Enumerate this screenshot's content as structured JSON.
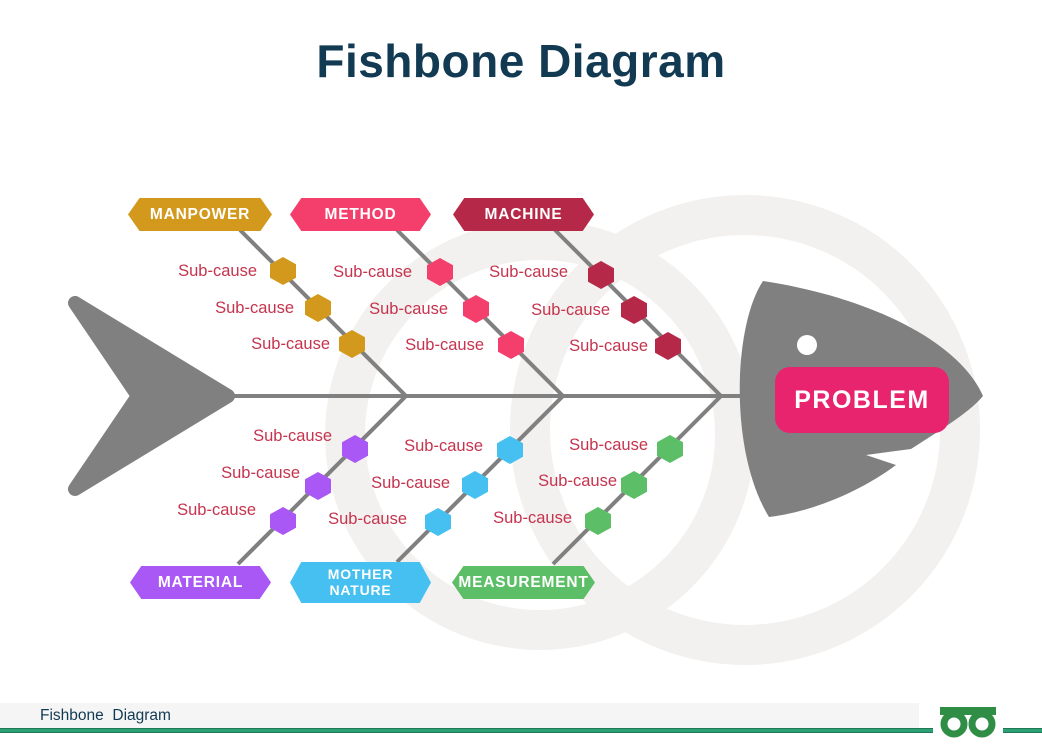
{
  "title": "Fishbone Diagram",
  "problem": {
    "label": "PROBLEM",
    "color": "#E8246F"
  },
  "branches": {
    "top": [
      {
        "label": "MANPOWER",
        "color": "#D2991D",
        "sub_causes": [
          "Sub-cause",
          "Sub-cause",
          "Sub-cause"
        ]
      },
      {
        "label": "METHOD",
        "color": "#F43F6C",
        "sub_causes": [
          "Sub-cause",
          "Sub-cause",
          "Sub-cause"
        ]
      },
      {
        "label": "MACHINE",
        "color": "#B52847",
        "sub_causes": [
          "Sub-cause",
          "Sub-cause",
          "Sub-cause"
        ]
      }
    ],
    "bottom": [
      {
        "label": "MATERIAL",
        "color": "#A958F5",
        "sub_causes": [
          "Sub-cause",
          "Sub-cause",
          "Sub-cause"
        ]
      },
      {
        "label": "MOTHER NATURE",
        "color": "#45C0F0",
        "sub_causes": [
          "Sub-cause",
          "Sub-cause",
          "Sub-cause"
        ]
      },
      {
        "label": "MEASUREMENT",
        "color": "#5CBE66",
        "sub_causes": [
          "Sub-cause",
          "Sub-cause",
          "Sub-cause"
        ]
      }
    ]
  },
  "footer": {
    "caption": "Fishbone  Diagram",
    "brand_logo": "geeksforgeeks-logo"
  },
  "colors": {
    "title_navy": "#123A52",
    "bone": "#808080",
    "subcause": "#C5344E",
    "problem": "#E8246F",
    "manpower": "#D2991D",
    "method": "#F43F6C",
    "machine": "#B52847",
    "material": "#A958F5",
    "nature": "#45C0F0",
    "measurement": "#5CBE66",
    "footer_bg": "#F6F5F5",
    "footer_line_dark": "#1D7A55",
    "footer_line_light": "#2F9F78",
    "brand_green": "#2F8D46",
    "watermark": "#F3F1EF"
  }
}
